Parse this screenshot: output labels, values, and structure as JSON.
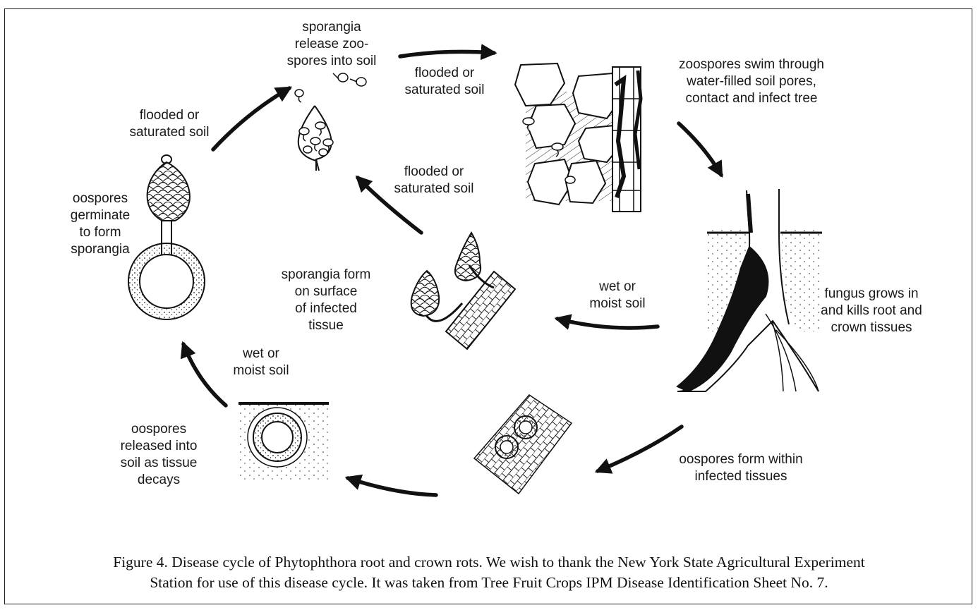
{
  "labels": {
    "sporangia_release": [
      "sporangia",
      "release zoo-",
      "spores into soil"
    ],
    "flooded_top": [
      "flooded or",
      "saturated soil"
    ],
    "zoospores_swim": [
      "zoospores swim through",
      "water-filled soil pores,",
      "contact and infect tree"
    ],
    "flooded_left": [
      "flooded or",
      "saturated soil"
    ],
    "flooded_center": [
      "flooded or",
      "saturated soil"
    ],
    "oospores_germinate": [
      "oospores",
      "germinate",
      "to form",
      "sporangia"
    ],
    "sporangia_form": [
      "sporangia form",
      "on surface",
      "of infected",
      "tissue"
    ],
    "wet_center": [
      "wet or",
      "moist soil"
    ],
    "fungus_grows": [
      "fungus grows in",
      "and kills root and",
      "crown tissues"
    ],
    "wet_left": [
      "wet or",
      "moist soil"
    ],
    "oospores_released": [
      "oospores",
      "released into",
      "soil as tissue",
      "decays"
    ],
    "oospores_form": [
      "oospores form within",
      "infected tissues"
    ]
  },
  "caption": [
    "Figure 4. Disease cycle of Phytophthora root and crown rots. We wish to thank the New York State Agricultural Experiment",
    "Station for use of this disease cycle. It was taken from Tree Fruit Crops IPM Disease Identification Sheet No. 7."
  ],
  "colors": {
    "ink": "#111111",
    "background": "#ffffff"
  }
}
